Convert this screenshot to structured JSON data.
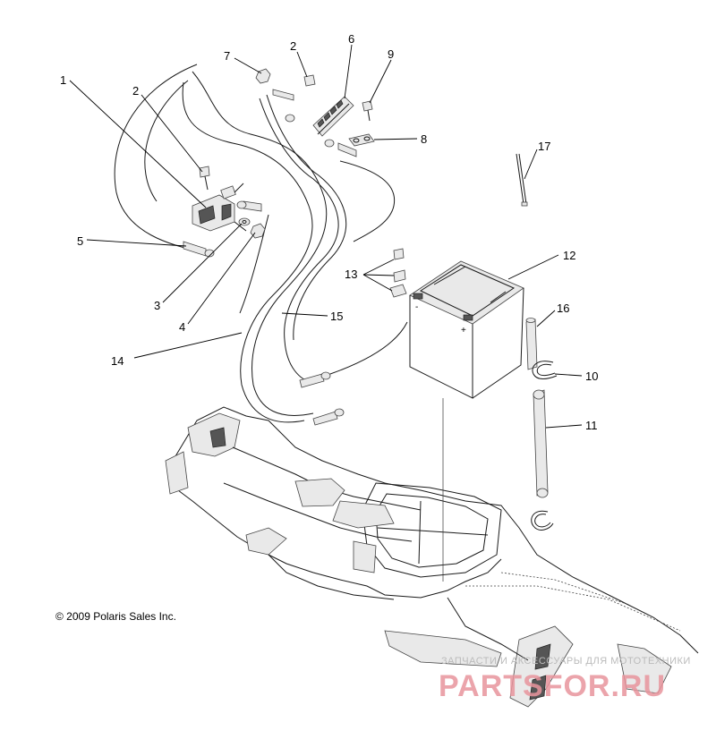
{
  "diagram": {
    "callouts": {
      "c1": "1",
      "c2a": "2",
      "c2b": "2",
      "c3": "3",
      "c4": "4",
      "c5": "5",
      "c6": "6",
      "c7": "7",
      "c8": "8",
      "c9": "9",
      "c10": "10",
      "c11": "11",
      "c12": "12",
      "c13": "13",
      "c14": "14",
      "c15": "15",
      "c16": "16",
      "c17": "17"
    },
    "battery": {
      "neg": "-",
      "pos": "+"
    }
  },
  "copyright": "© 2009 Polaris Sales Inc.",
  "watermark": {
    "tagline": "ЗАПЧАСТИ И АКСЕССУАРЫ ДЛЯ МОТОТЕХНИКИ",
    "logo": "PARTSFOR.RU"
  }
}
